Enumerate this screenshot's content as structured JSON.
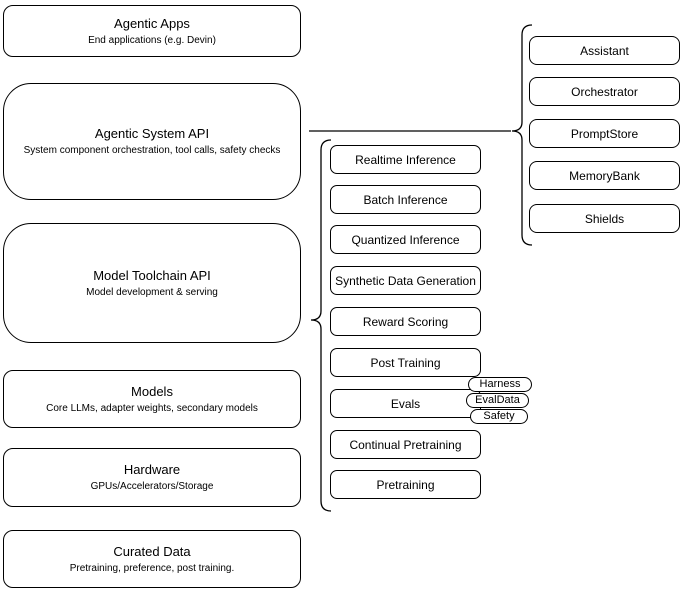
{
  "diagram": {
    "left_column": [
      {
        "title": "Agentic Apps",
        "subtitle": "End applications (e.g. Devin)"
      },
      {
        "title": "Agentic System API",
        "subtitle": "System component orchestration, tool calls, safety checks"
      },
      {
        "title": "Model Toolchain API",
        "subtitle": "Model development & serving"
      },
      {
        "title": "Models",
        "subtitle": "Core LLMs, adapter weights, secondary models"
      },
      {
        "title": "Hardware",
        "subtitle": "GPUs/Accelerators/Storage"
      },
      {
        "title": "Curated Data",
        "subtitle": "Pretraining, preference, post training."
      }
    ],
    "toolchain_items": [
      "Realtime Inference",
      "Batch Inference",
      "Quantized Inference",
      "Synthetic Data Generation",
      "Reward Scoring",
      "Post Training",
      "Evals",
      "Continual Pretraining",
      "Pretraining"
    ],
    "eval_tags": [
      "Harness",
      "EvalData",
      "Safety"
    ],
    "system_components": [
      "Assistant",
      "Orchestrator",
      "PromptStore",
      "MemoryBank",
      "Shields"
    ],
    "colors": {
      "stroke": "#000000",
      "fill": "#ffffff",
      "text": "#000000"
    }
  }
}
